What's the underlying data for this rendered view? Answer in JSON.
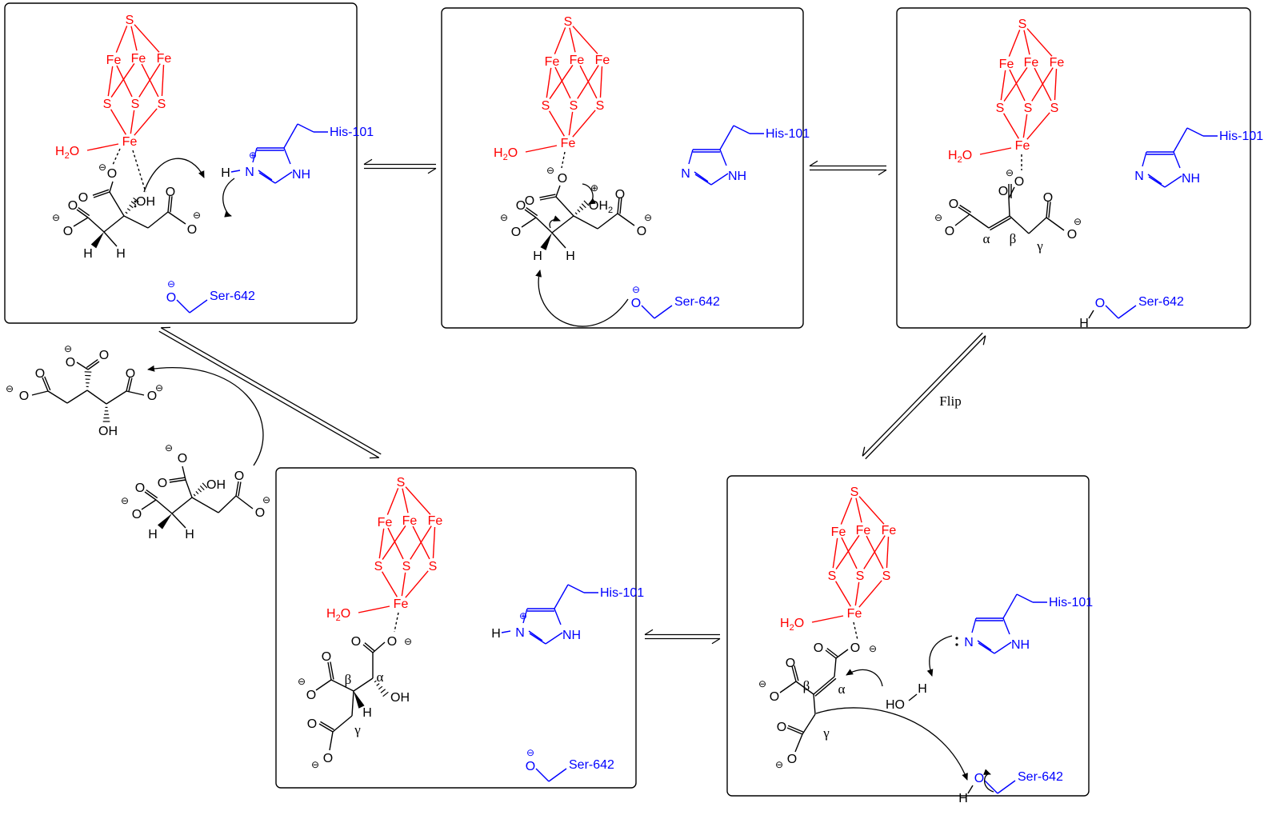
{
  "colors": {
    "cluster": "#ff0000",
    "residue": "#0000ff",
    "substrate": "#000000",
    "frame": "#000000"
  },
  "labels": {
    "fe": "Fe",
    "s": "S",
    "water": "H",
    "water_sub": "2",
    "water_o": "O",
    "his": "His-101",
    "ser": "Ser-642",
    "n": "N",
    "nh": "NH",
    "h": "H",
    "o": "O",
    "oh": "OH",
    "ho": "HO",
    "oh2": "OH",
    "oh2_sub": "2",
    "minus": "⊖",
    "plus": "⊕",
    "alpha": "α",
    "beta": "β",
    "gamma": "γ",
    "flip": "Flip"
  }
}
